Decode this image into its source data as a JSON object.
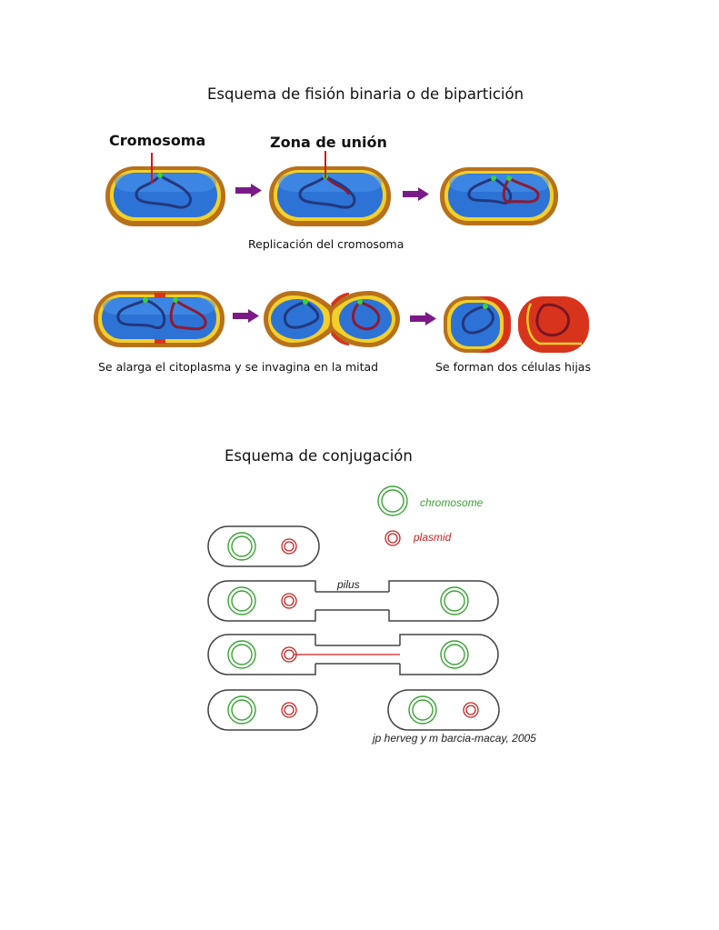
{
  "fission": {
    "title": "Esquema de fisión binaria o de bipartición",
    "label_chromosome": "Cromosoma",
    "label_junction": "Zona de unión",
    "caption_replication": "Replicación del cromosoma",
    "caption_elongation": "Se alarga el citoplasma y se invagina en la mitad",
    "caption_daughters": "Se forman dos células hijas"
  },
  "conjugation": {
    "title": "Esquema de conjugación",
    "legend_chromosome": "chromosome",
    "legend_plasmid": "plasmid",
    "label_pilus": "pilus",
    "credit": "jp herveg y m barcia-macay, 2005"
  },
  "colors": {
    "cell_outer": "#b8711a",
    "cell_yellow": "#f2cf2a",
    "cytoplasm": "#2d73d6",
    "dna_blue": "#23387f",
    "dna_red": "#8e1b34",
    "daughter_red": "#d8341c",
    "arrow": "#7a1a86",
    "chromosome_green": "#3aa335",
    "plasmid_red": "#cc2222"
  }
}
